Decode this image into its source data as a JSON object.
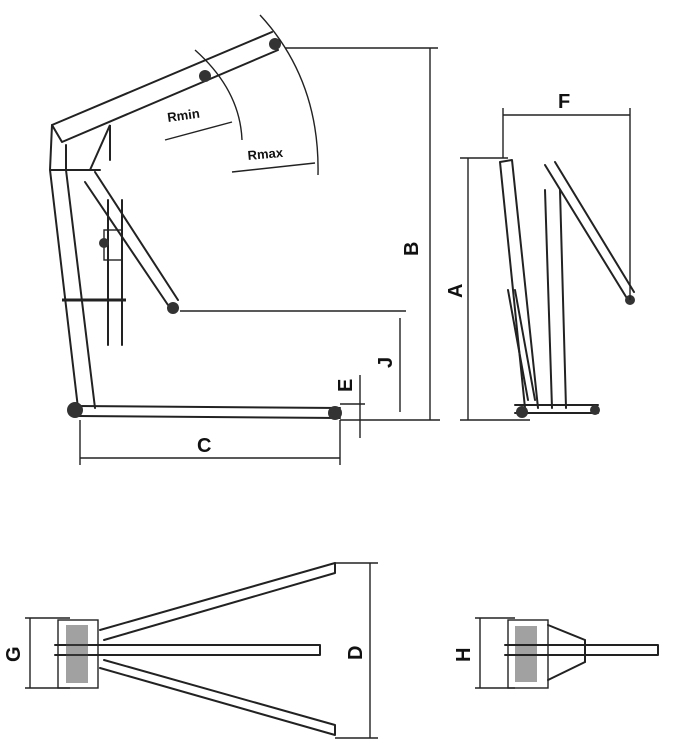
{
  "labels": {
    "a": "A",
    "b": "B",
    "c": "C",
    "d": "D",
    "e": "E",
    "f": "F",
    "g": "G",
    "h": "H",
    "j": "J",
    "rmin": "Rmin",
    "rmax": "Rmax"
  }
}
